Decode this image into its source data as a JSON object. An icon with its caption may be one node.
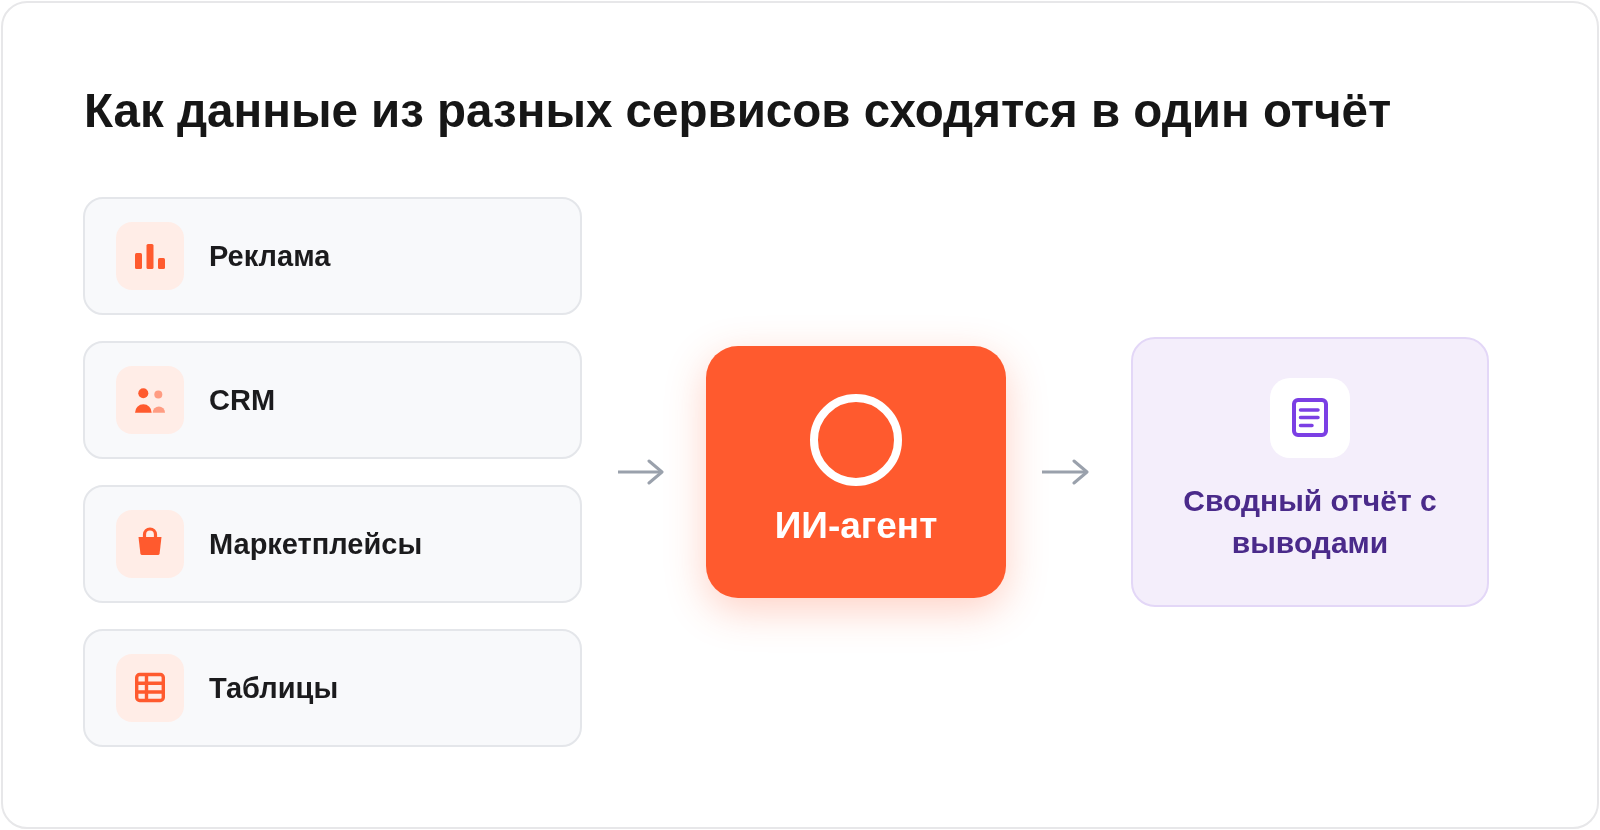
{
  "diagram": {
    "title": "Как данные из разных сервисов сходятся в один отчёт",
    "nodes": [
      {
        "text": [
          "Реклама"
        ]
      },
      {
        "text": [
          "CRM"
        ]
      },
      {
        "text": [
          "Маркетплейсы"
        ]
      },
      {
        "text": [
          "Таблицы"
        ]
      },
      {
        "text": [
          "ИИ-агент"
        ]
      },
      {
        "text": [
          "Сводный отчёт с выводами"
        ]
      }
    ],
    "edges": [
      {
        "from": null,
        "to": 4,
        "arrow": "to"
      },
      {
        "from": 4,
        "to": 5,
        "arrow": "to"
      }
    ]
  }
}
